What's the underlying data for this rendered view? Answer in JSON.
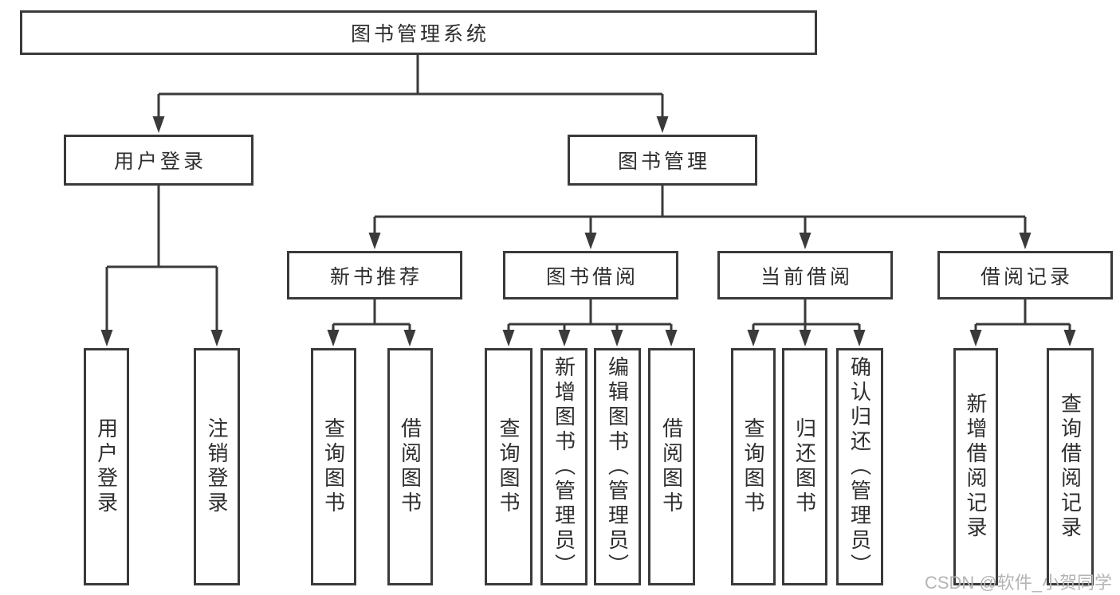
{
  "tree": {
    "root": {
      "label": "图书管理系统",
      "children": [
        {
          "label": "用户登录",
          "children": [
            {
              "label": "用户登录"
            },
            {
              "label": "注销登录"
            }
          ]
        },
        {
          "label": "图书管理",
          "children": [
            {
              "label": "新书推荐",
              "children": [
                {
                  "label": "查询图书"
                },
                {
                  "label": "借阅图书"
                }
              ]
            },
            {
              "label": "图书借阅",
              "children": [
                {
                  "label": "查询图书"
                },
                {
                  "label": "新增图书（管理员）"
                },
                {
                  "label": "编辑图书（管理员）"
                },
                {
                  "label": "借阅图书"
                }
              ]
            },
            {
              "label": "当前借阅",
              "children": [
                {
                  "label": "查询图书"
                },
                {
                  "label": "归还图书"
                },
                {
                  "label": "确认归还（管理员）"
                }
              ]
            },
            {
              "label": "借阅记录",
              "children": [
                {
                  "label": "新增借阅记录"
                },
                {
                  "label": "查询借阅记录"
                }
              ]
            }
          ]
        }
      ]
    }
  },
  "watermark": {
    "text": "CSDN @软件_小贺同学"
  },
  "colors": {
    "line": "#3a3a3a",
    "text": "#2e2e2e",
    "watermark": "#b4b4b4",
    "background": "#ffffff"
  }
}
